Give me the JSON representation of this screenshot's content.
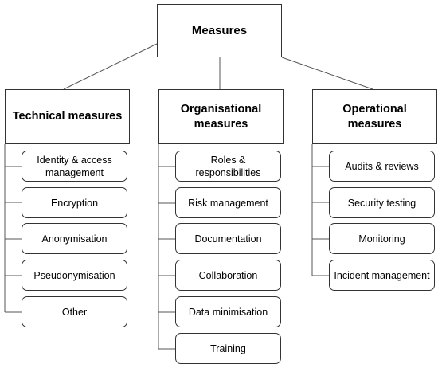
{
  "root": {
    "label": "Measures"
  },
  "categories": [
    {
      "label": "Technical measures",
      "items": [
        "Identity & access management",
        "Encryption",
        "Anonymisation",
        "Pseudonymisation",
        "Other"
      ]
    },
    {
      "label": "Organisational measures",
      "items": [
        "Roles & responsibilities",
        "Risk management",
        "Documentation",
        "Collaboration",
        "Data minimisation",
        "Training"
      ]
    },
    {
      "label": "Operational measures",
      "items": [
        "Audits & reviews",
        "Security testing",
        "Monitoring",
        "Incident management"
      ]
    }
  ]
}
